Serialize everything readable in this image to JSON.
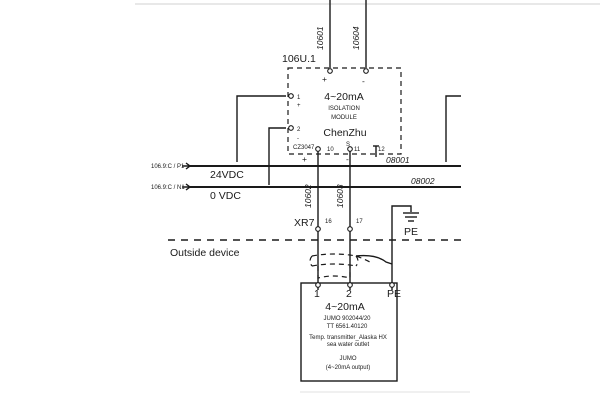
{
  "module": {
    "tag": "106U.1",
    "signal": "4~20mA",
    "name_line1": "ISOLATION",
    "name_line2": "MODULE",
    "maker": "ChenZhu",
    "model": "CZ3047",
    "pin_in_pos": "1",
    "pin_in_neg": "2",
    "pin_in_plus": "+",
    "pin_in_minus": "-",
    "pin_10": "10",
    "pin_11": "11",
    "pin_12": "12",
    "pin_s": "S",
    "top_plus": "+",
    "top_minus": "-",
    "power_plus": "+",
    "power_minus": "-"
  },
  "wires": {
    "w10601": "10601",
    "w10604": "10604",
    "w10602": "10602",
    "w10603": "10603",
    "w08001": "08001",
    "w08002": "08002"
  },
  "power": {
    "p1_ref": "106.9:C / P1",
    "n1_ref": "106.9:C / N1",
    "p1_volt": "24VDC",
    "n1_volt": "0 VDC"
  },
  "terminals": {
    "xr_label": "XR7",
    "t16": "16",
    "t17": "17",
    "pe_label": "PE"
  },
  "boundary": {
    "label": "Outside device"
  },
  "device": {
    "pin1": "1",
    "pin2": "2",
    "pin_pe": "PE",
    "signal": "4~20mA",
    "model_line1": "JUMO 902044/20",
    "model_line2": "TT 6561.40120",
    "desc_line1": "Temp. transmitter_Alaska HX",
    "desc_line2": "sea water outlet",
    "brand": "JUMO",
    "output": "(4~20mA output)"
  },
  "colors": {
    "line": "#1a1a1a",
    "background": "#ffffff"
  }
}
